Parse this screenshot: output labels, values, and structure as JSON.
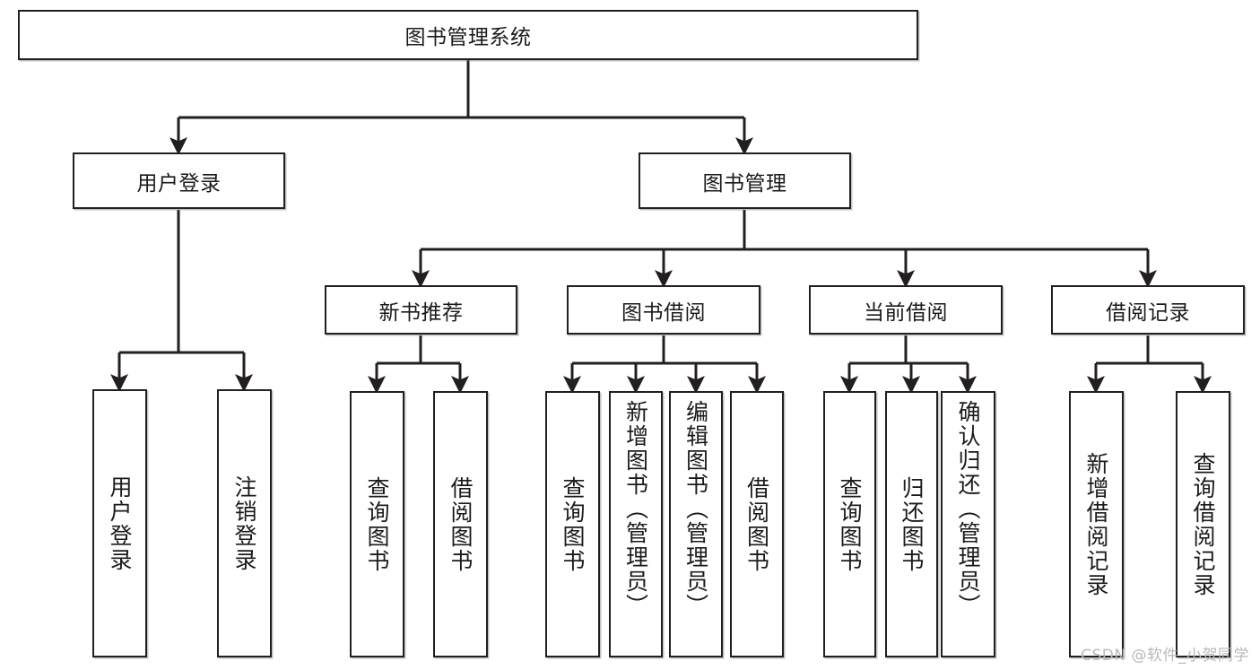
{
  "diagram": {
    "title_node": {
      "label": "图书管理系统"
    },
    "level2": [
      {
        "id": "user-login",
        "label": "用户登录"
      },
      {
        "id": "book-management",
        "label": "图书管理"
      }
    ],
    "level3": [
      {
        "id": "new-book-recommend",
        "label": "新书推荐"
      },
      {
        "id": "book-borrow",
        "label": "图书借阅"
      },
      {
        "id": "current-borrow",
        "label": "当前借阅"
      },
      {
        "id": "borrow-record",
        "label": "借阅记录"
      }
    ],
    "leaves": [
      {
        "id": "leaf-user-login",
        "label": "用户登录",
        "parent": "user-login",
        "align": "center"
      },
      {
        "id": "leaf-logout-login",
        "label": "注销登录",
        "parent": "user-login",
        "align": "center"
      },
      {
        "id": "leaf-query-book-1",
        "label": "查询图书",
        "parent": "new-book-recommend",
        "align": "center"
      },
      {
        "id": "leaf-borrow-book-1",
        "label": "借阅图书",
        "parent": "new-book-recommend",
        "align": "center"
      },
      {
        "id": "leaf-query-book-2",
        "label": "查询图书",
        "parent": "book-borrow",
        "align": "center"
      },
      {
        "id": "leaf-add-book",
        "label": "新增图书（管理员）",
        "parent": "book-borrow",
        "align": "top"
      },
      {
        "id": "leaf-edit-book",
        "label": "编辑图书（管理员）",
        "parent": "book-borrow",
        "align": "top"
      },
      {
        "id": "leaf-borrow-book-2",
        "label": "借阅图书",
        "parent": "book-borrow",
        "align": "center"
      },
      {
        "id": "leaf-query-book-3",
        "label": "查询图书",
        "parent": "current-borrow",
        "align": "center"
      },
      {
        "id": "leaf-return-book",
        "label": "归还图书",
        "parent": "current-borrow",
        "align": "center"
      },
      {
        "id": "leaf-confirm-return",
        "label": "确认归还（管理员）",
        "parent": "current-borrow",
        "align": "top"
      },
      {
        "id": "leaf-add-record",
        "label": "新增借阅记录",
        "parent": "borrow-record",
        "align": "center"
      },
      {
        "id": "leaf-query-record",
        "label": "查询借阅记录",
        "parent": "borrow-record",
        "align": "center"
      }
    ],
    "colors": {
      "line": "#231f20",
      "box_border": "#231f20",
      "box_fill": "#ffffff",
      "text": "#1b1b1b",
      "watermark": "#b9b9b9"
    }
  },
  "watermark": {
    "text": "CSDN @软件_小贺同学"
  }
}
